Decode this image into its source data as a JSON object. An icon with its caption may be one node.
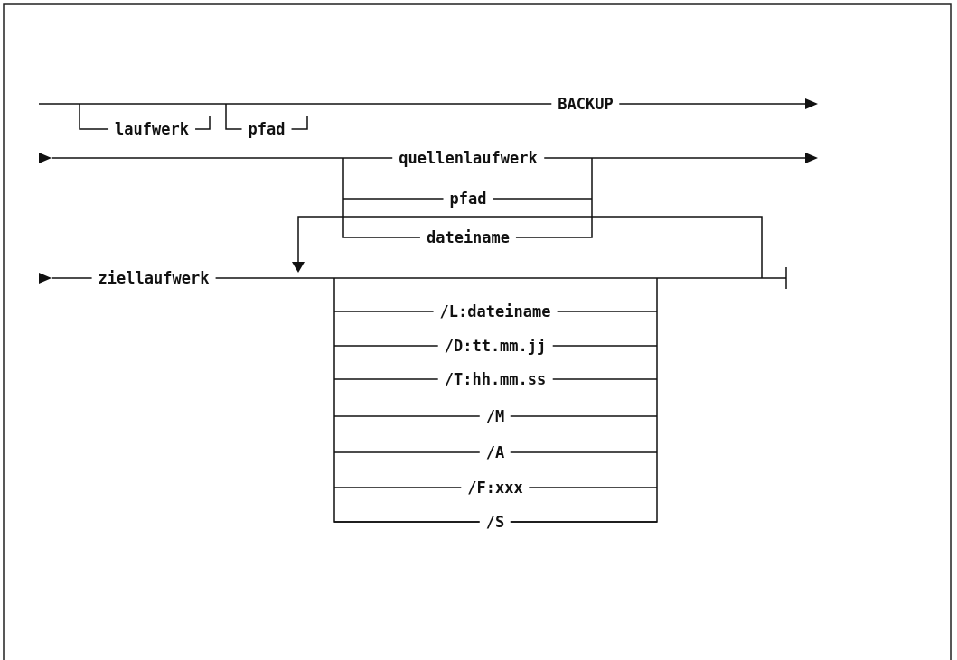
{
  "diagram": {
    "labels": [
      "laufwerk",
      "pfad",
      "BACKUP",
      "quellenlaufwerk",
      "pfad",
      "dateiname",
      "ziellaufwerk",
      "/L:dateiname",
      "/D:tt.mm.jj",
      "/T:hh.mm.ss",
      "/M",
      "/A",
      "/F:xxx",
      "/S"
    ]
  }
}
